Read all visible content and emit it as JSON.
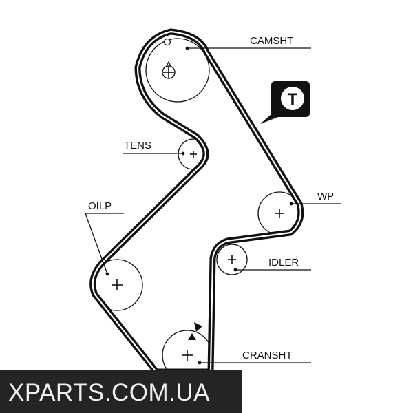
{
  "labels": {
    "camshaft": "CAMSHT",
    "tensioner": "TENS",
    "oil_pump": "OILP",
    "water_pump": "WP",
    "idler": "IDLER",
    "crankshaft": "CRANSHT"
  },
  "badge": {
    "letter": "T"
  },
  "watermark": {
    "text": "XPARTS.COM.UA"
  },
  "colors": {
    "line": "#111111",
    "watermark_bg": "#222426",
    "watermark_text": "#f0f0f0"
  }
}
